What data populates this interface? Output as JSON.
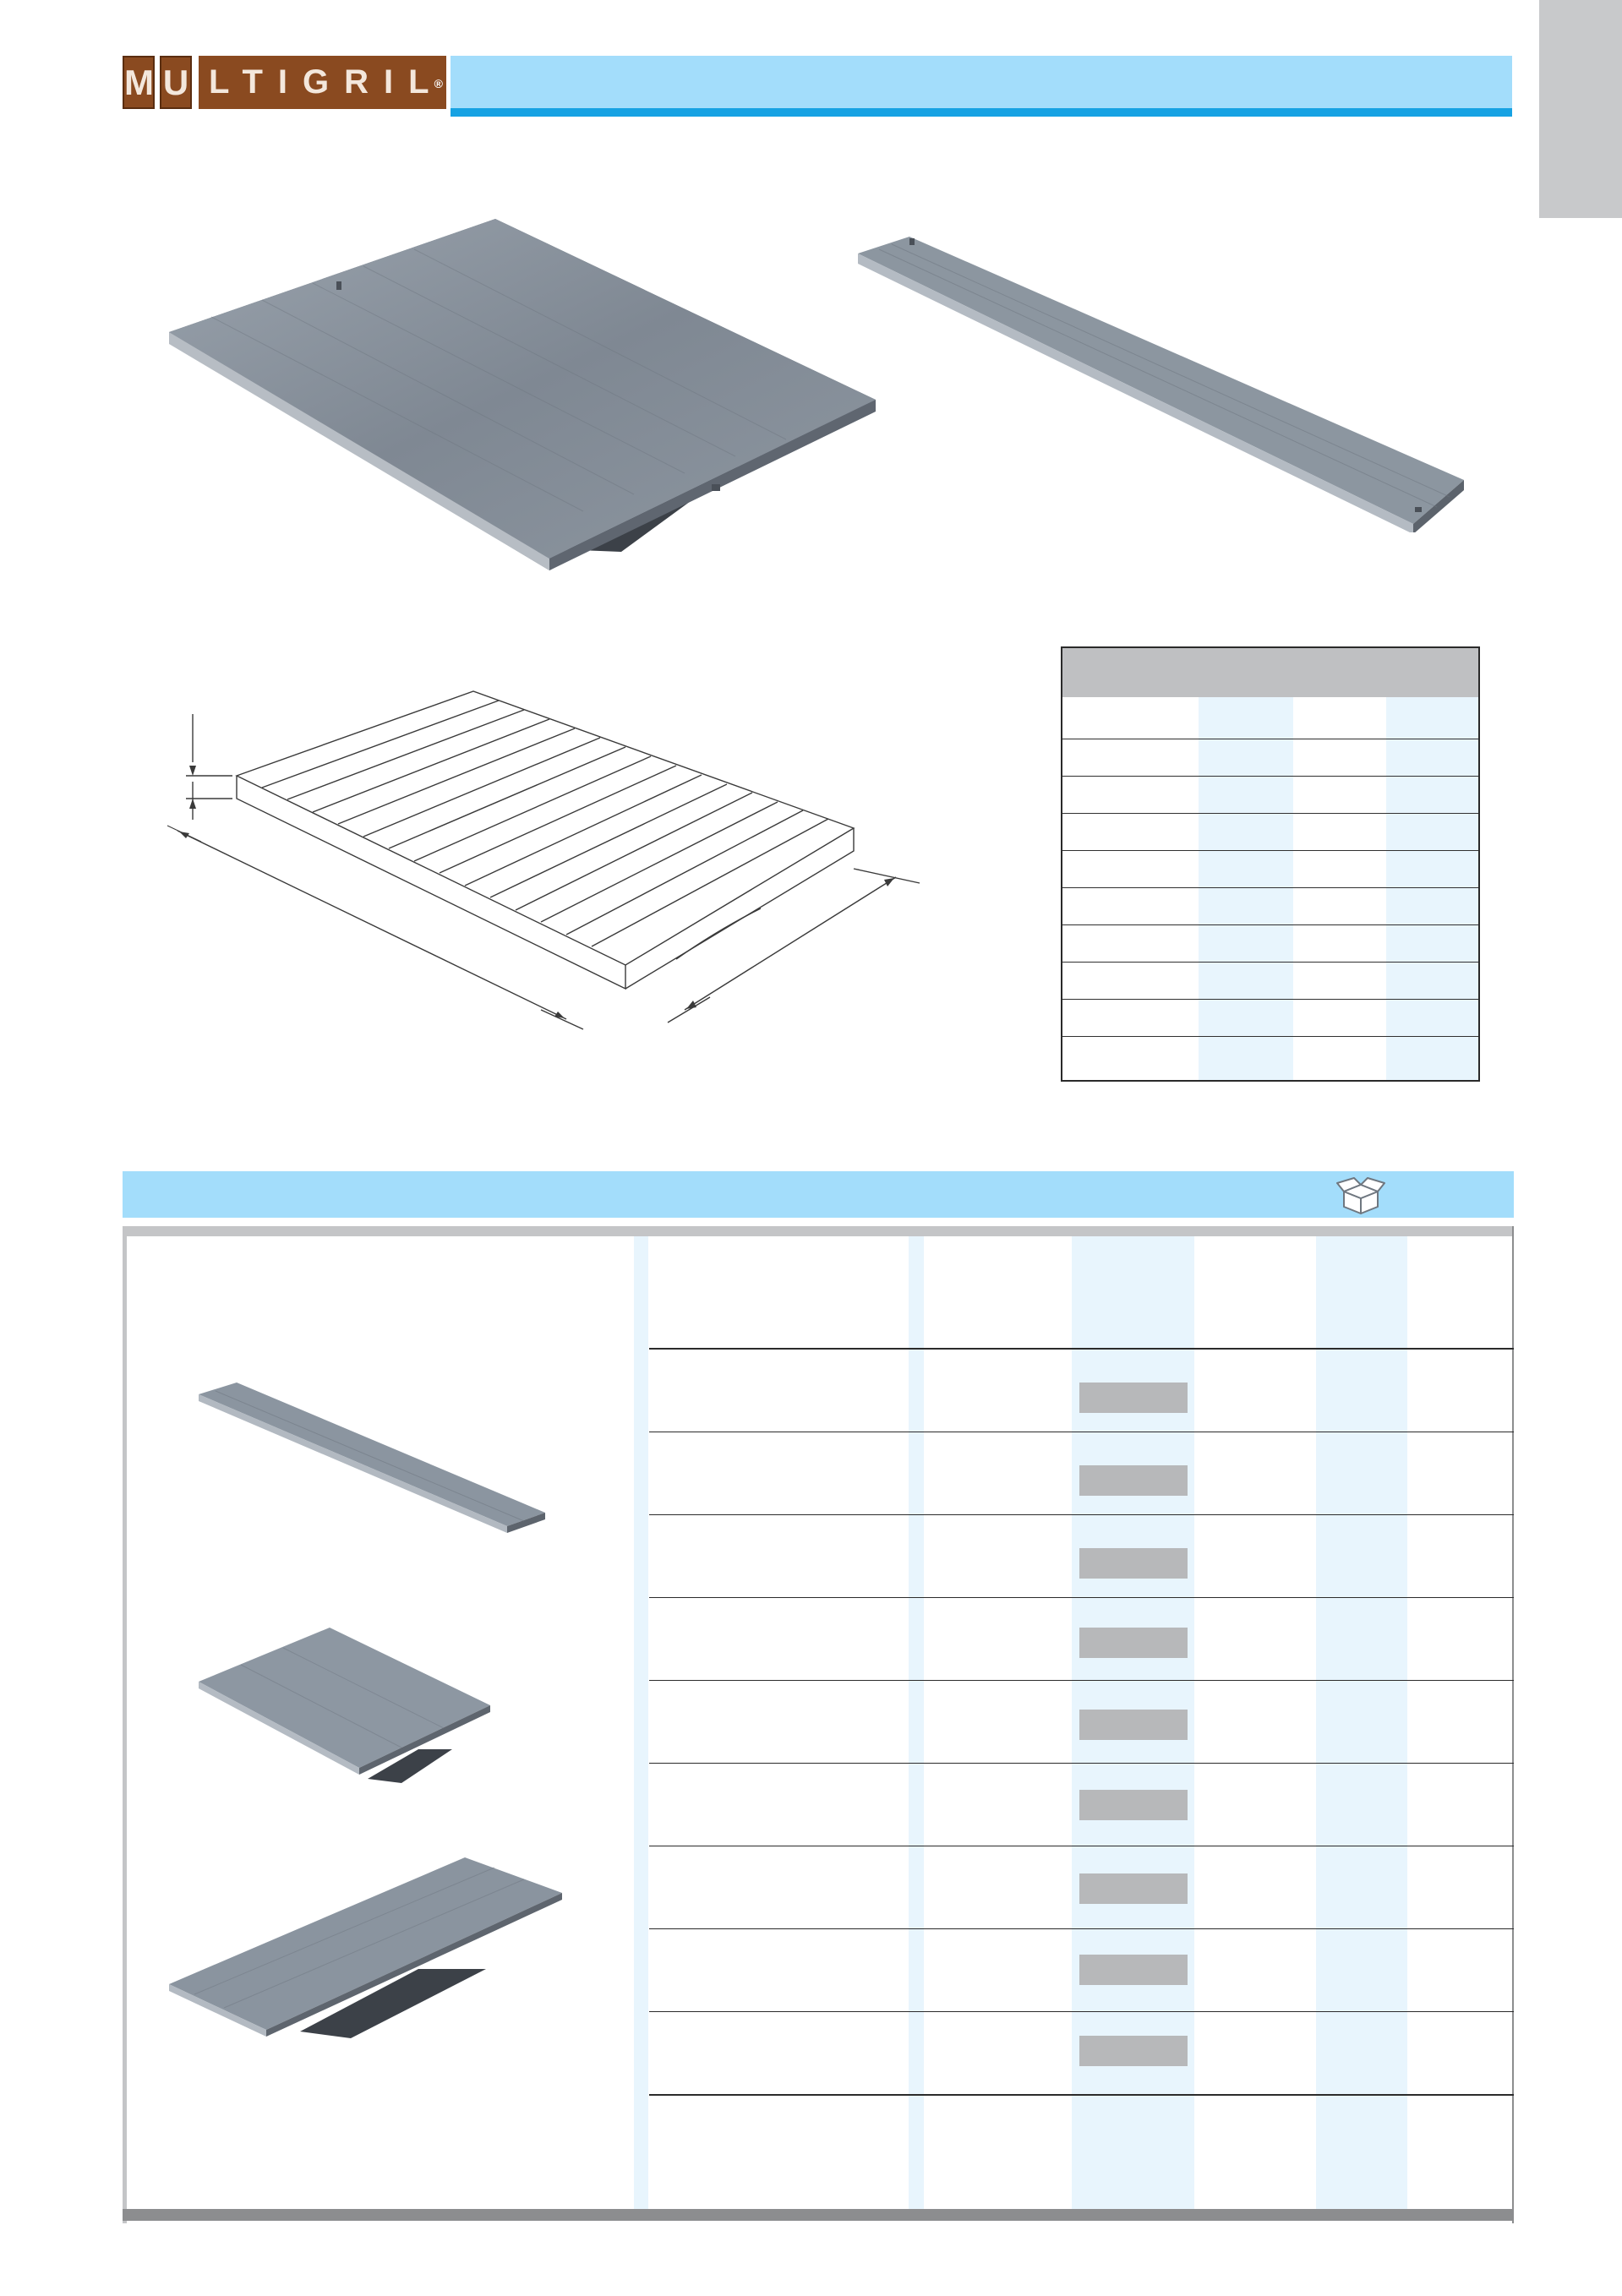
{
  "brand": {
    "boxed_letters": [
      "M",
      "U"
    ],
    "rest": "LTIGRIL",
    "registered": "®"
  },
  "colors": {
    "brand_brown": "#8a4a20",
    "header_blue": "#a3ddfb",
    "accent_blue": "#17a2e3",
    "column_tint": "#e8f5fd",
    "header_gray": "#bfc0c2"
  },
  "icons": {
    "packaging": "open-box-icon"
  },
  "dimension_table": {
    "rows": 10,
    "columns": 4
  },
  "range_table": {
    "products": 9,
    "columns": 6
  }
}
